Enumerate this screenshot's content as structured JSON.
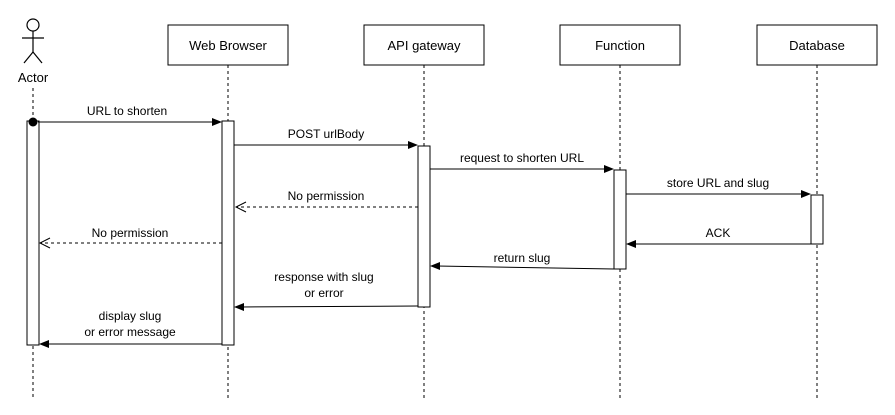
{
  "participants": {
    "actor": "Actor",
    "browser": "Web Browser",
    "gateway": "API gateway",
    "function": "Function",
    "database": "Database"
  },
  "messages": {
    "m1": "URL to shorten",
    "m2": "POST urlBody",
    "m3": "request to shorten URL",
    "m4": "store URL and slug",
    "m5": "No permission",
    "m6": "No permission",
    "m7": "ACK",
    "m8": "return slug",
    "m9": [
      "response with slug",
      "or error"
    ],
    "m10": [
      "display slug",
      "or error message"
    ]
  }
}
